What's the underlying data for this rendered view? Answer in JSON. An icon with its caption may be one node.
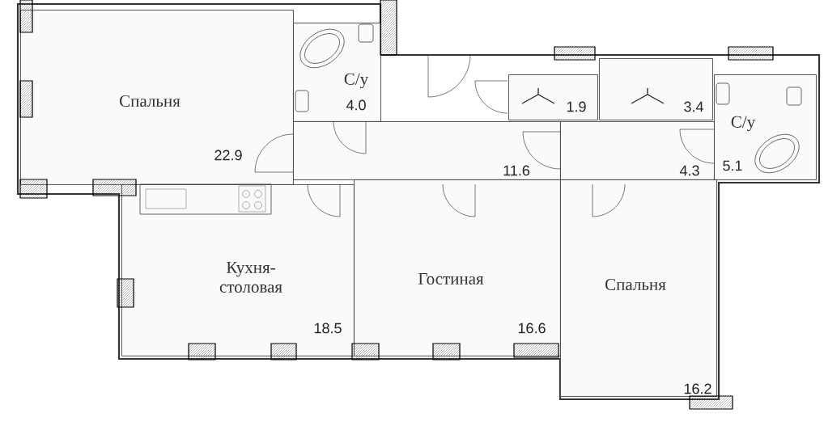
{
  "diagram": {
    "nodes": [
      {
        "text": [
          "Спальня",
          "22.9"
        ]
      },
      {
        "text": [
          "С/у",
          "4.0"
        ]
      },
      {
        "text": [
          "1.9"
        ]
      },
      {
        "text": [
          "3.4"
        ]
      },
      {
        "text": [
          "С/у",
          "5.1"
        ]
      },
      {
        "text": [
          "11.6"
        ]
      },
      {
        "text": [
          "4.3"
        ]
      },
      {
        "text": [
          "Кухня-столовая",
          "18.5"
        ]
      },
      {
        "text": [
          "Гостиная",
          "16.6"
        ]
      },
      {
        "text": [
          "Спальня",
          "16.2"
        ]
      }
    ]
  }
}
